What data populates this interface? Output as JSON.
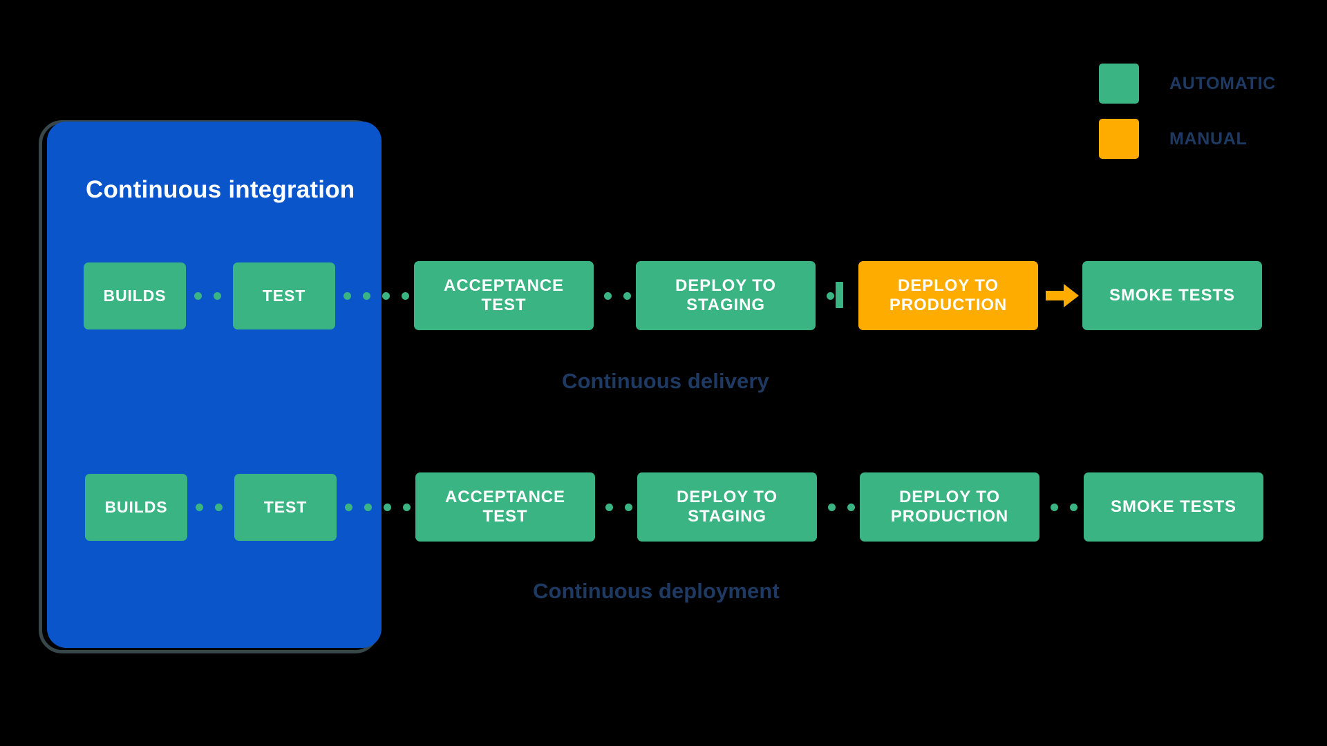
{
  "legend": {
    "items": [
      {
        "label": "AUTOMATIC",
        "color": "#3bb484",
        "swatch_name": "legend-swatch-automatic"
      },
      {
        "label": "MANUAL",
        "color": "#ffac00",
        "swatch_name": "legend-swatch-manual"
      }
    ],
    "text_color": "#1e3a63"
  },
  "ci_panel": {
    "title": "Continuous integration",
    "background": "#0b55ca",
    "outline_color": "#37474a"
  },
  "colors": {
    "automatic_green": "#3bb484",
    "manual_orange": "#ffac00",
    "panel_blue": "#0b55ca",
    "text_navy": "#1e3a63",
    "background": "#000000"
  },
  "captions": {
    "delivery": "Continuous delivery",
    "deployment": "Continuous deployment"
  },
  "pipelines": [
    {
      "name": "continuous-delivery",
      "caption": "Continuous delivery",
      "stages": [
        {
          "label": "BUILDS",
          "type": "automatic",
          "inside_ci": true
        },
        {
          "label": "TEST",
          "type": "automatic",
          "inside_ci": true
        },
        {
          "label": "ACCEPTANCE TEST",
          "type": "automatic",
          "inside_ci": false
        },
        {
          "label": "DEPLOY TO STAGING",
          "type": "automatic",
          "inside_ci": false
        },
        {
          "label": "DEPLOY TO PRODUCTION",
          "type": "manual",
          "inside_ci": false
        },
        {
          "label": "SMOKE TESTS",
          "type": "automatic",
          "inside_ci": false
        }
      ],
      "connectors": [
        "dotted",
        "dotted",
        "dotted",
        "dotted-gate",
        "arrow"
      ]
    },
    {
      "name": "continuous-deployment",
      "caption": "Continuous deployment",
      "stages": [
        {
          "label": "BUILDS",
          "type": "automatic",
          "inside_ci": true
        },
        {
          "label": "TEST",
          "type": "automatic",
          "inside_ci": true
        },
        {
          "label": "ACCEPTANCE TEST",
          "type": "automatic",
          "inside_ci": false
        },
        {
          "label": "DEPLOY TO STAGING",
          "type": "automatic",
          "inside_ci": false
        },
        {
          "label": "DEPLOY TO PRODUCTION",
          "type": "automatic",
          "inside_ci": false
        },
        {
          "label": "SMOKE TESTS",
          "type": "automatic",
          "inside_ci": false
        }
      ],
      "connectors": [
        "dotted",
        "dotted",
        "dotted",
        "dotted",
        "dotted"
      ]
    }
  ]
}
